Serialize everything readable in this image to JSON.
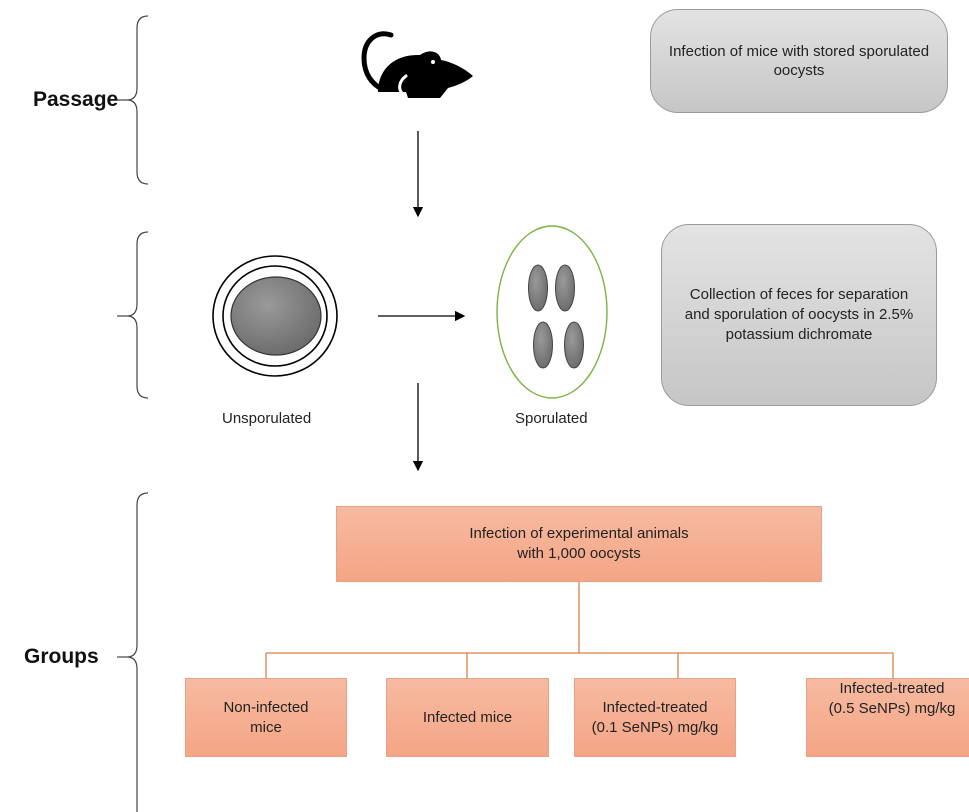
{
  "stages": {
    "passage": "Passage",
    "groups": "Groups"
  },
  "notes": {
    "infection": "Infection of mice with stored sporulated oocysts",
    "collection": "Collection of feces for separation and sporulation of oocysts in 2.5% potassium dichromate"
  },
  "oocysts": {
    "unsporulated": "Unsporulated",
    "sporulated": "Sporulated"
  },
  "infection_box": {
    "line1": "Infection of experimental animals",
    "line2": "with 1,000 oocysts"
  },
  "groups": [
    {
      "line1": "Non-infected",
      "line2": "mice"
    },
    {
      "line1": "Infected mice",
      "line2": ""
    },
    {
      "line1": "Infected-treated",
      "line2": "(0.1 SeNPs) mg/kg"
    },
    {
      "line1": "Infected-treated",
      "line2": "(0.5 SeNPs) mg/kg"
    }
  ],
  "colors": {
    "salmon": "#f4a585",
    "connector": "#d9824a",
    "gray": "#cfcfcf",
    "sporulated_outline": "#7cb342",
    "oocyst_fill": "#8a8a8a"
  },
  "icons": {
    "animal": "mouse-icon"
  }
}
